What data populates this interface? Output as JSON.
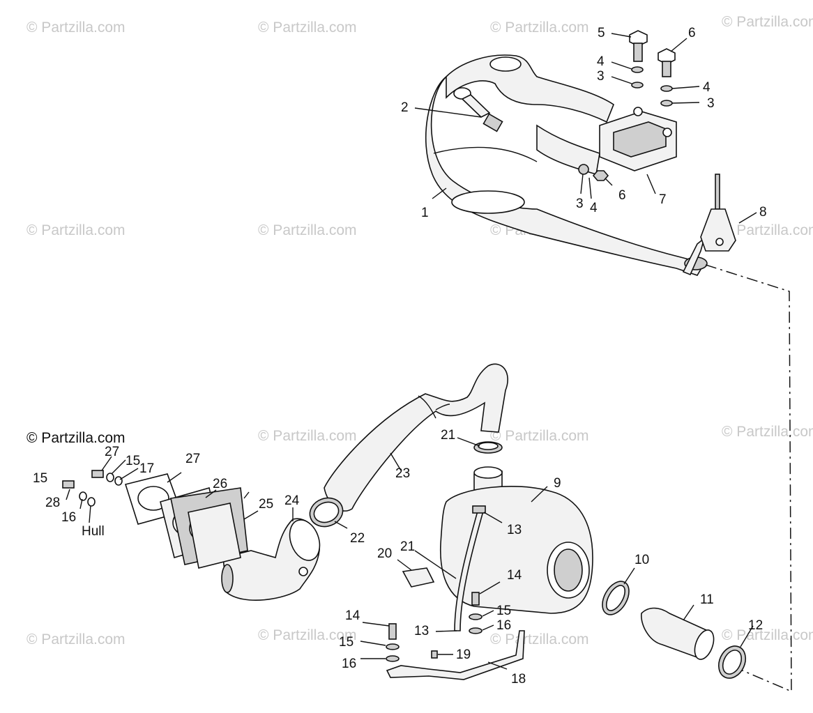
{
  "watermarks": [
    "© Partzilla.com"
  ],
  "main_watermark": "© Partzilla.com",
  "labels": [
    {
      "id": "l1",
      "text": "1"
    },
    {
      "id": "l2",
      "text": "2"
    },
    {
      "id": "l3a",
      "text": "3"
    },
    {
      "id": "l3b",
      "text": "3"
    },
    {
      "id": "l3c",
      "text": "3"
    },
    {
      "id": "l4a",
      "text": "4"
    },
    {
      "id": "l4b",
      "text": "4"
    },
    {
      "id": "l4c",
      "text": "4"
    },
    {
      "id": "l5",
      "text": "5"
    },
    {
      "id": "l6a",
      "text": "6"
    },
    {
      "id": "l6b",
      "text": "6"
    },
    {
      "id": "l7",
      "text": "7"
    },
    {
      "id": "l8",
      "text": "8"
    },
    {
      "id": "l9",
      "text": "9"
    },
    {
      "id": "l10",
      "text": "10"
    },
    {
      "id": "l11",
      "text": "11"
    },
    {
      "id": "l12",
      "text": "12"
    },
    {
      "id": "l13a",
      "text": "13"
    },
    {
      "id": "l13b",
      "text": "13"
    },
    {
      "id": "l14a",
      "text": "14"
    },
    {
      "id": "l14b",
      "text": "14"
    },
    {
      "id": "l15a",
      "text": "15"
    },
    {
      "id": "l15b",
      "text": "15"
    },
    {
      "id": "l15c",
      "text": "15"
    },
    {
      "id": "l15d",
      "text": "15"
    },
    {
      "id": "l16a",
      "text": "16"
    },
    {
      "id": "l16b",
      "text": "16"
    },
    {
      "id": "l16c",
      "text": "16"
    },
    {
      "id": "l17",
      "text": "17"
    },
    {
      "id": "l18",
      "text": "18"
    },
    {
      "id": "l19",
      "text": "19"
    },
    {
      "id": "l20",
      "text": "20"
    },
    {
      "id": "l21a",
      "text": "21"
    },
    {
      "id": "l21b",
      "text": "21"
    },
    {
      "id": "l22",
      "text": "22"
    },
    {
      "id": "l23",
      "text": "23"
    },
    {
      "id": "l24",
      "text": "24"
    },
    {
      "id": "l25",
      "text": "25"
    },
    {
      "id": "l26",
      "text": "26"
    },
    {
      "id": "l27a",
      "text": "27"
    },
    {
      "id": "l27b",
      "text": "27"
    },
    {
      "id": "l28",
      "text": "28"
    },
    {
      "id": "lhull",
      "text": "Hull"
    }
  ]
}
